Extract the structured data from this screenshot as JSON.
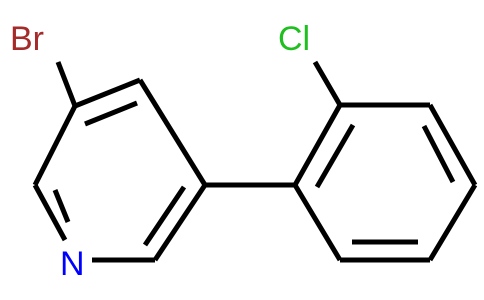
{
  "molecule": {
    "atoms": {
      "bromine": {
        "symbol": "Br",
        "color": "#a52a2a"
      },
      "chlorine": {
        "symbol": "Cl",
        "color": "#1fbf1f"
      },
      "nitrogen": {
        "symbol": "N",
        "color": "#0000ff"
      }
    },
    "bond_color": "#000000",
    "background": "#ffffff"
  }
}
